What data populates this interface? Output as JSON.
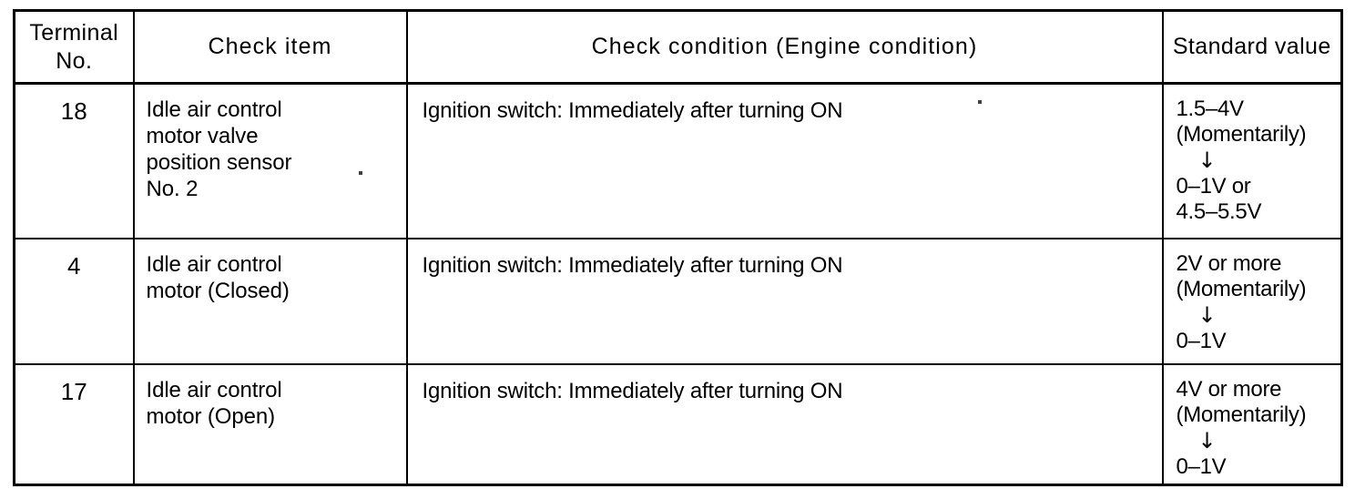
{
  "table": {
    "columns": [
      {
        "key": "terminal_no",
        "header": "Terminal\nNo."
      },
      {
        "key": "check_item",
        "header": "Check  item"
      },
      {
        "key": "check_condition",
        "header": "Check  condition  (Engine  condition)"
      },
      {
        "key": "standard_value",
        "header": "Standard\nvalue"
      }
    ],
    "rows": [
      {
        "terminal_no": "18",
        "check_item": "Idle air control\nmotor valve\nposition sensor\nNo. 2",
        "check_condition": "Ignition switch: Immediately after turning ON",
        "standard_value_before": "1.5–4V\n(Momentarily)",
        "standard_value_arrow": "↓",
        "standard_value_after": "0–1V or\n4.5–5.5V"
      },
      {
        "terminal_no": "4",
        "check_item": "Idle air control\nmotor (Closed)",
        "check_condition": "Ignition switch: Immediately after turning ON",
        "standard_value_before": "2V or more\n(Momentarily)",
        "standard_value_arrow": "↓",
        "standard_value_after": "0–1V"
      },
      {
        "terminal_no": "17",
        "check_item": "Idle air control\nmotor (Open)",
        "check_condition": "Ignition switch: Immediately after turning ON",
        "standard_value_before": "4V or more\n(Momentarily)",
        "standard_value_arrow": "↓",
        "standard_value_after": "0–1V"
      }
    ]
  },
  "colors": {
    "ink": "#000000",
    "paper": "#ffffff"
  }
}
